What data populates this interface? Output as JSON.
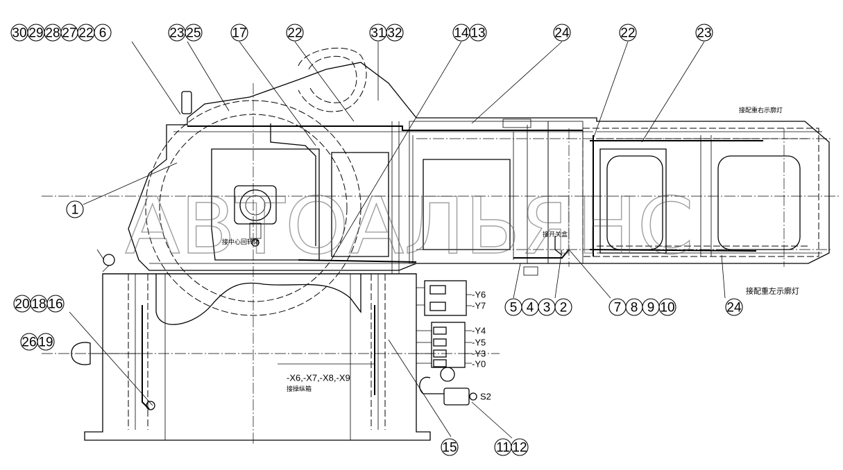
{
  "callouts": [
    {
      "id": "30",
      "label": "30"
    },
    {
      "id": "29",
      "label": "29"
    },
    {
      "id": "28",
      "label": "28"
    },
    {
      "id": "27",
      "label": "27"
    },
    {
      "id": "22a",
      "label": "22"
    },
    {
      "id": "6",
      "label": "6"
    },
    {
      "id": "23a",
      "label": "23"
    },
    {
      "id": "25",
      "label": "25"
    },
    {
      "id": "17",
      "label": "17"
    },
    {
      "id": "22b",
      "label": "22"
    },
    {
      "id": "31",
      "label": "31"
    },
    {
      "id": "32",
      "label": "32"
    },
    {
      "id": "14",
      "label": "14"
    },
    {
      "id": "13",
      "label": "13"
    },
    {
      "id": "24a",
      "label": "24"
    },
    {
      "id": "22c",
      "label": "22"
    },
    {
      "id": "23b",
      "label": "23"
    },
    {
      "id": "1",
      "label": "1"
    },
    {
      "id": "20",
      "label": "20"
    },
    {
      "id": "18",
      "label": "18"
    },
    {
      "id": "16",
      "label": "16"
    },
    {
      "id": "26",
      "label": "26"
    },
    {
      "id": "19",
      "label": "19"
    },
    {
      "id": "5",
      "label": "5"
    },
    {
      "id": "4",
      "label": "4"
    },
    {
      "id": "3",
      "label": "3"
    },
    {
      "id": "2",
      "label": "2"
    },
    {
      "id": "7",
      "label": "7"
    },
    {
      "id": "8",
      "label": "8"
    },
    {
      "id": "9",
      "label": "9"
    },
    {
      "id": "10",
      "label": "10"
    },
    {
      "id": "24b",
      "label": "24"
    },
    {
      "id": "15",
      "label": "15"
    },
    {
      "id": "11",
      "label": "11"
    },
    {
      "id": "12",
      "label": "12"
    }
  ],
  "signals": {
    "y6": "-Y6",
    "y7": "-Y7",
    "y4": "-Y4",
    "y5": "-Y5",
    "y3": "-Y3",
    "y0": "-Y0",
    "s2": "S2",
    "x_connectors": "-X6,-X7,-X8,-X9"
  },
  "notes": {
    "lamp_right_top": "接配重右示廓灯",
    "lamp_left": "接配重左示廓灯",
    "center_box": "接中心回转体",
    "control_box": "接操纵箱",
    "right_box": "接开关盒"
  },
  "watermark": "АВТОАЛЬЯНС"
}
